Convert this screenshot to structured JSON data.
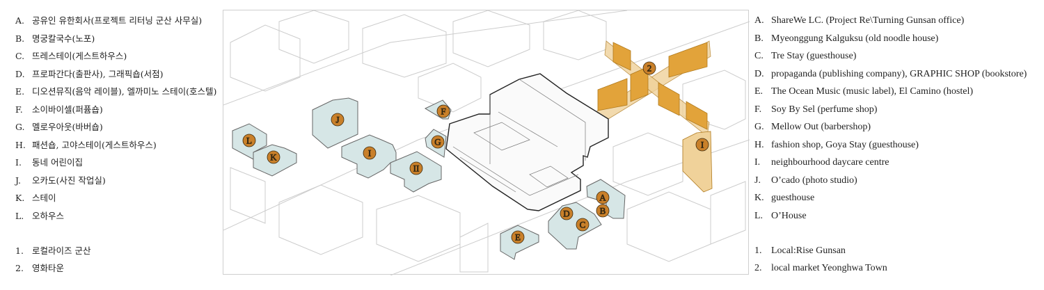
{
  "legend_ko": {
    "items": [
      {
        "key": "A.",
        "text": "공유인 유한회사(프로젝트 리터닝 군산 사무실)"
      },
      {
        "key": "B.",
        "text": "명궁칼국수(노포)"
      },
      {
        "key": "C.",
        "text": "뜨레스테이(게스트하우스)"
      },
      {
        "key": "D.",
        "text": "프로파간다(출판사), 그래픽숍(서점)"
      },
      {
        "key": "E.",
        "text": "디오션뮤직(음악 레이블), 엘까미노 스테이(호스텔)"
      },
      {
        "key": "F.",
        "text": "소이바이셀(퍼퓸숍)"
      },
      {
        "key": "G.",
        "text": "멜로우아웃(바버숍)"
      },
      {
        "key": "H.",
        "text": "패션숍, 고야스테이(게스트하우스)"
      },
      {
        "key": "I.",
        "text": "동네 어린이집"
      },
      {
        "key": "J.",
        "text": "오카도(사진 작업실)"
      },
      {
        "key": "K.",
        "text": "스테이"
      },
      {
        "key": "L.",
        "text": "오하우스"
      }
    ],
    "projects": [
      {
        "key": "1.",
        "text": "로컬라이즈 군산"
      },
      {
        "key": "2.",
        "text": "영화타운"
      }
    ]
  },
  "legend_en": {
    "items": [
      {
        "key": "A.",
        "text": "ShareWe LC. (Project Re\\Turning Gunsan office)"
      },
      {
        "key": "B.",
        "text": "Myeonggung Kalguksu (old noodle house)"
      },
      {
        "key": "C.",
        "text": "Tre Stay (guesthouse)"
      },
      {
        "key": "D.",
        "text": "propaganda (publishing company), GRAPHIC SHOP (bookstore)"
      },
      {
        "key": "E.",
        "text": "The Ocean Music (music label), El Camino (hostel)"
      },
      {
        "key": "F.",
        "text": "Soy By Sel (perfume shop)"
      },
      {
        "key": "G.",
        "text": "Mellow Out (barbershop)"
      },
      {
        "key": "H.",
        "text": "fashion shop, Goya Stay (guesthouse)"
      },
      {
        "key": "I.",
        "text": "neighbourhood daycare centre"
      },
      {
        "key": "J.",
        "text": "O’cado (photo studio)"
      },
      {
        "key": "K.",
        "text": "guesthouse"
      },
      {
        "key": "L.",
        "text": "O’House"
      }
    ],
    "projects": [
      {
        "key": "1.",
        "text": "Local:Rise Gunsan"
      },
      {
        "key": "2.",
        "text": "local market Yeonghwa Town"
      }
    ]
  },
  "map": {
    "markers": {
      "A": "A",
      "B": "B",
      "C": "C",
      "D": "D",
      "E": "E",
      "F": "F",
      "G": "G",
      "I": "I",
      "H": "II",
      "J": "J",
      "K": "K",
      "L": "L",
      "P2": "2",
      "P1": "I"
    },
    "colors": {
      "shop_fill": "#d6e6e6",
      "marker": "#c9802a",
      "project": "#e2a33a",
      "project_light": "#f0d29a"
    }
  }
}
